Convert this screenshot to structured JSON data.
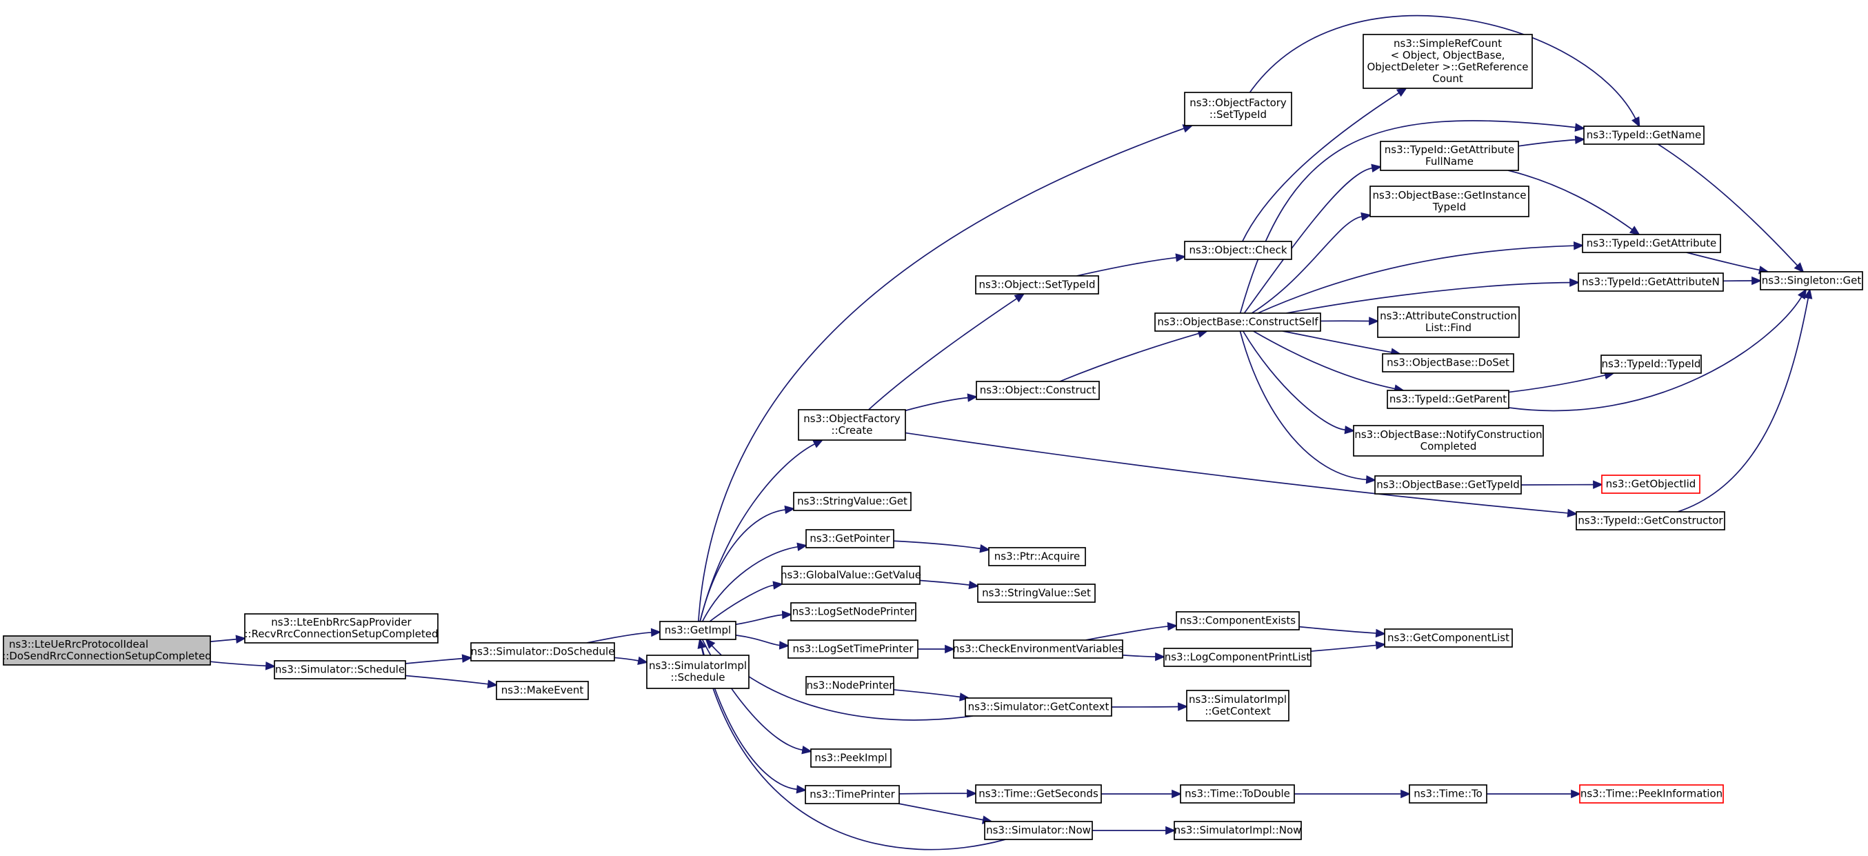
{
  "graph": {
    "nodes": [
      {
        "id": "root",
        "lines": [
          "ns3::LteUeRrcProtocolIdeal",
          "::DoSendRrcConnectionSetupCompleted"
        ],
        "style": "root"
      },
      {
        "id": "recv",
        "lines": [
          "ns3::LteEnbRrcSapProvider",
          "::RecvRrcConnectionSetupCompleted"
        ]
      },
      {
        "id": "schedule",
        "lines": [
          "ns3::Simulator::Schedule"
        ]
      },
      {
        "id": "doschedule",
        "lines": [
          "ns3::Simulator::DoSchedule"
        ]
      },
      {
        "id": "makeevent",
        "lines": [
          "ns3::MakeEvent"
        ]
      },
      {
        "id": "getimpl",
        "lines": [
          "ns3::GetImpl"
        ]
      },
      {
        "id": "simimplsched",
        "lines": [
          "ns3::SimulatorImpl",
          "::Schedule"
        ]
      },
      {
        "id": "ofcreate",
        "lines": [
          "ns3::ObjectFactory",
          "::Create"
        ]
      },
      {
        "id": "strget",
        "lines": [
          "ns3::StringValue::Get"
        ]
      },
      {
        "id": "getpointer",
        "lines": [
          "ns3::GetPointer"
        ]
      },
      {
        "id": "gvgetvalue",
        "lines": [
          "ns3::GlobalValue::GetValue"
        ]
      },
      {
        "id": "logsetnode",
        "lines": [
          "ns3::LogSetNodePrinter"
        ]
      },
      {
        "id": "logsettime",
        "lines": [
          "ns3::LogSetTimePrinter"
        ]
      },
      {
        "id": "nodeprinter",
        "lines": [
          "ns3::NodePrinter"
        ]
      },
      {
        "id": "peekimpl",
        "lines": [
          "ns3::PeekImpl"
        ]
      },
      {
        "id": "timeprinter",
        "lines": [
          "ns3::TimePrinter"
        ]
      },
      {
        "id": "ofsettypeid",
        "lines": [
          "ns3::ObjectFactory",
          "::SetTypeId"
        ]
      },
      {
        "id": "objsettypeid",
        "lines": [
          "ns3::Object::SetTypeId"
        ]
      },
      {
        "id": "objconstruct",
        "lines": [
          "ns3::Object::Construct"
        ]
      },
      {
        "id": "ptracquire",
        "lines": [
          "ns3::Ptr::Acquire"
        ]
      },
      {
        "id": "strset",
        "lines": [
          "ns3::StringValue::Set"
        ]
      },
      {
        "id": "checkenv",
        "lines": [
          "ns3::CheckEnvironmentVariables"
        ]
      },
      {
        "id": "simgetctx",
        "lines": [
          "ns3::Simulator::GetContext"
        ]
      },
      {
        "id": "timegetsec",
        "lines": [
          "ns3::Time::GetSeconds"
        ]
      },
      {
        "id": "simnow",
        "lines": [
          "ns3::Simulator::Now"
        ]
      },
      {
        "id": "srcgetref",
        "lines": [
          "ns3::SimpleRefCount",
          "< Object, ObjectBase,",
          " ObjectDeleter >::GetReference",
          "Count"
        ]
      },
      {
        "id": "objcheck",
        "lines": [
          "ns3::Object::Check"
        ]
      },
      {
        "id": "constructself",
        "lines": [
          "ns3::ObjectBase::ConstructSelf"
        ]
      },
      {
        "id": "compexists",
        "lines": [
          "ns3::ComponentExists"
        ]
      },
      {
        "id": "logcompprint",
        "lines": [
          "ns3::LogComponentPrintList"
        ]
      },
      {
        "id": "simimplctx",
        "lines": [
          "ns3::SimulatorImpl",
          "::GetContext"
        ]
      },
      {
        "id": "timetodouble",
        "lines": [
          "ns3::Time::ToDouble"
        ]
      },
      {
        "id": "simimplnow",
        "lines": [
          "ns3::SimulatorImpl::Now"
        ]
      },
      {
        "id": "getattrfull",
        "lines": [
          "ns3::TypeId::GetAttribute",
          "FullName"
        ]
      },
      {
        "id": "getinsttypeid",
        "lines": [
          "ns3::ObjectBase::GetInstance",
          "TypeId"
        ]
      },
      {
        "id": "acfind",
        "lines": [
          "ns3::AttributeConstruction",
          "List::Find"
        ]
      },
      {
        "id": "obdoset",
        "lines": [
          "ns3::ObjectBase::DoSet"
        ]
      },
      {
        "id": "getparent",
        "lines": [
          "ns3::TypeId::GetParent"
        ]
      },
      {
        "id": "notifyconst",
        "lines": [
          "ns3::ObjectBase::NotifyConstruction",
          "Completed"
        ]
      },
      {
        "id": "obgettypeid",
        "lines": [
          "ns3::ObjectBase::GetTypeId"
        ]
      },
      {
        "id": "getcomplist",
        "lines": [
          "ns3::GetComponentList"
        ]
      },
      {
        "id": "timeto",
        "lines": [
          "ns3::Time::To"
        ]
      },
      {
        "id": "tidgetname",
        "lines": [
          "ns3::TypeId::GetName"
        ]
      },
      {
        "id": "tidgetattr",
        "lines": [
          "ns3::TypeId::GetAttribute"
        ]
      },
      {
        "id": "tidgetattrn",
        "lines": [
          "ns3::TypeId::GetAttributeN"
        ]
      },
      {
        "id": "tidtypeid",
        "lines": [
          "ns3::TypeId::TypeId"
        ]
      },
      {
        "id": "getobjectiid",
        "lines": [
          "ns3::GetObjectIid"
        ],
        "style": "red"
      },
      {
        "id": "tidgetctor",
        "lines": [
          "ns3::TypeId::GetConstructor"
        ]
      },
      {
        "id": "timepeek",
        "lines": [
          "ns3::Time::PeekInformation"
        ],
        "style": "red"
      },
      {
        "id": "singletonget",
        "lines": [
          "ns3::Singleton::Get"
        ]
      }
    ]
  }
}
